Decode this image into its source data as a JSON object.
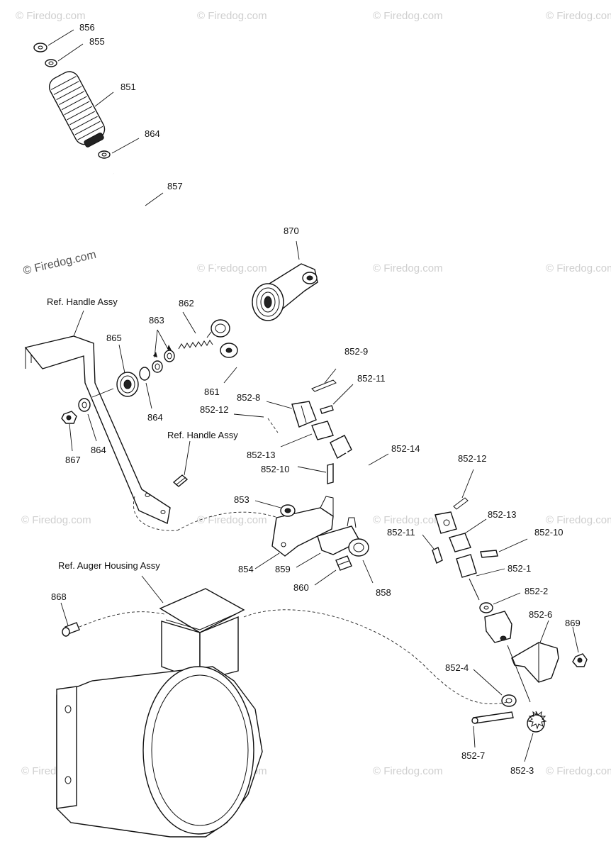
{
  "watermarks": {
    "text": "© Firedog.com",
    "main": "© Firedog.com"
  },
  "refs": {
    "handle_top": "Ref. Handle Assy",
    "handle_mid": "Ref. Handle Assy",
    "auger": "Ref. Auger Housing Assy"
  },
  "callouts": {
    "p856": "856",
    "p855": "855",
    "p851": "851",
    "p864a": "864",
    "p857": "857",
    "p870": "870",
    "p862": "862",
    "p863": "863",
    "p865": "865",
    "p861": "861",
    "p864b": "864",
    "p867": "867",
    "p864c": "864",
    "p852_9": "852-9",
    "p852_11a": "852-11",
    "p852_8": "852-8",
    "p852_12a": "852-12",
    "p852_13a": "852-13",
    "p852_10a": "852-10",
    "p852_14": "852-14",
    "p852_12b": "852-12",
    "p852_13b": "852-13",
    "p852_11b": "852-11",
    "p852_10b": "852-10",
    "p852_1": "852-1",
    "p852_2": "852-2",
    "p852_6": "852-6",
    "p869": "869",
    "p852_4": "852-4",
    "p852_7": "852-7",
    "p852_3": "852-3",
    "p853": "853",
    "p854": "854",
    "p859": "859",
    "p860": "860",
    "p858": "858",
    "p868": "868"
  }
}
